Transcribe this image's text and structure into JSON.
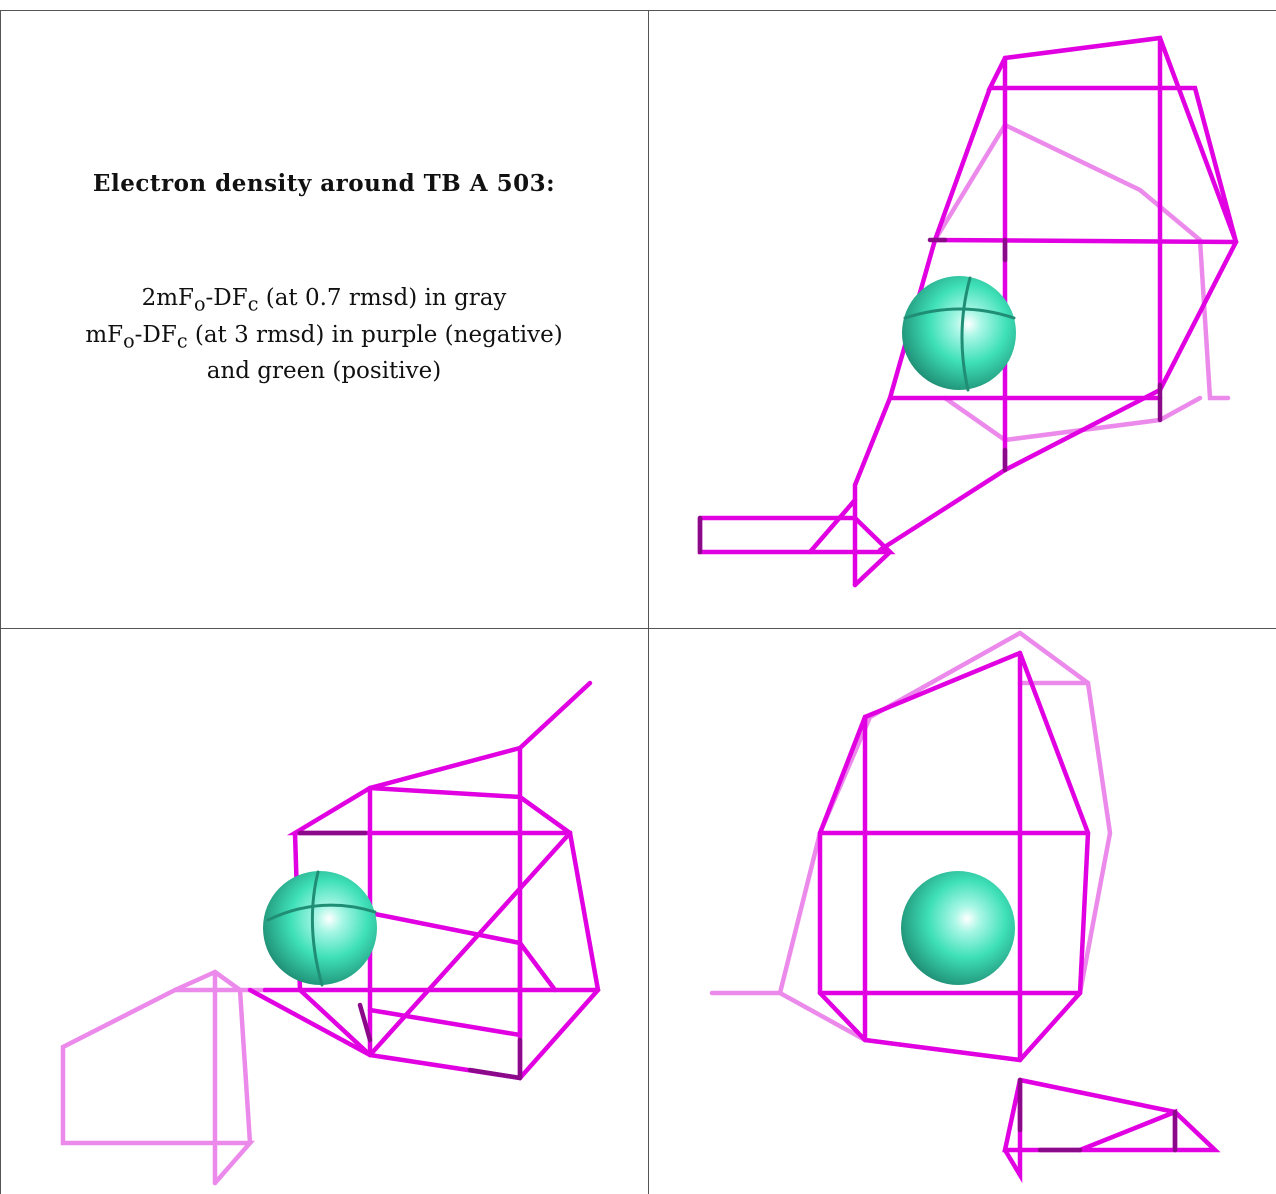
{
  "caption": {
    "title": "Electron density around TB A 503:",
    "line1": "2mFₒ-DFᴄ (at 0.7 rmsd) in gray",
    "line2": "mFₒ-DFᴄ (at 3 rmsd) in purple (negative)",
    "line3": "and green (positive)"
  },
  "colors": {
    "mesh": "#e100e1",
    "mesh_dark": "#8a0a8a",
    "mesh_light": "#eb8aeb",
    "atom": "#3ee0b8",
    "grid": "#555555"
  },
  "views": [
    {
      "name": "view-top-right"
    },
    {
      "name": "view-bottom-left"
    },
    {
      "name": "view-bottom-right"
    }
  ]
}
